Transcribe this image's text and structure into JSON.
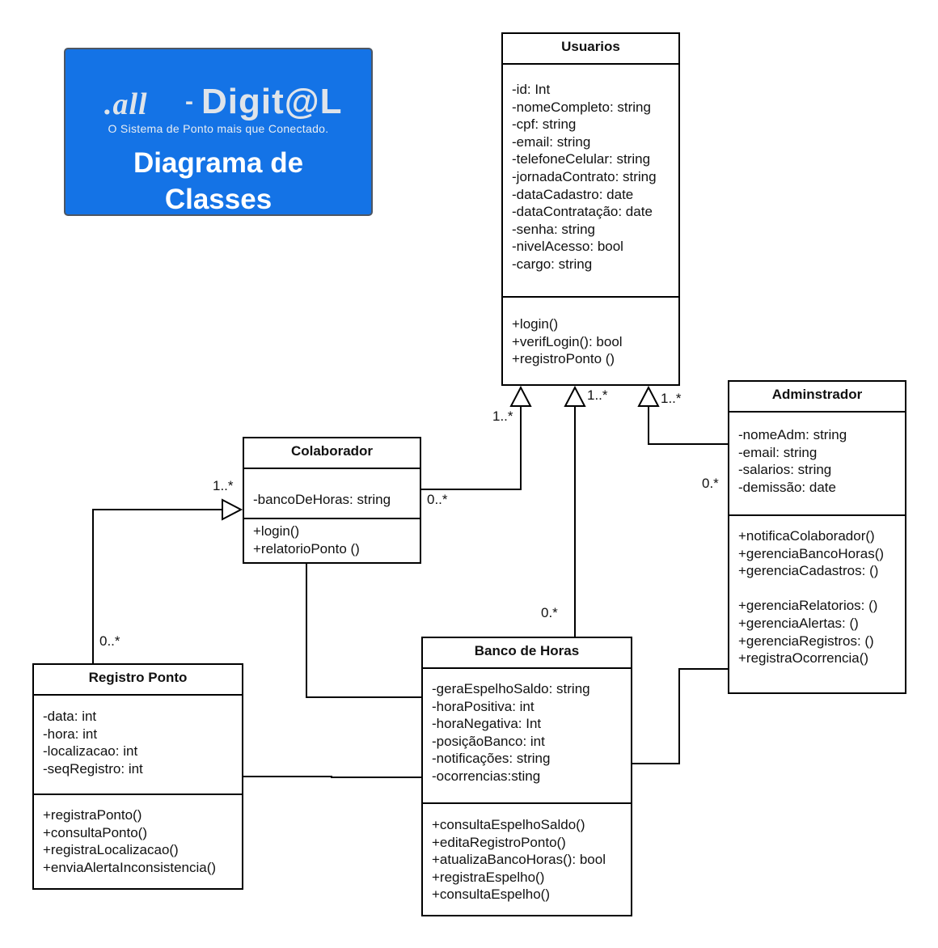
{
  "banner": {
    "logo_all": ".all",
    "logo_dash": "-",
    "logo_digital": "Digit@L",
    "tagline": "O Sistema de Ponto mais que Conectado.",
    "title_line1": "Diagrama de",
    "title_line2": "Classes",
    "color": "#1473e6"
  },
  "classes": {
    "usuarios": {
      "name": "Usuarios",
      "attributes": [
        "-id: Int",
        "-nomeCompleto: string",
        "-cpf: string",
        "-email: string",
        "-telefoneCelular: string",
        "-jornadaContrato: string",
        "-dataCadastro: date",
        "-dataContratação: date",
        "-senha: string",
        "-nivelAcesso: bool",
        "-cargo: string"
      ],
      "methods": [
        "+login()",
        "+verifLogin(): bool",
        "+registroPonto ()"
      ]
    },
    "colaborador": {
      "name": "Colaborador",
      "attributes": [
        "-bancoDeHoras: string"
      ],
      "methods": [
        "+login()",
        "+relatorioPonto ()"
      ]
    },
    "adminstrador": {
      "name": "Adminstrador",
      "attributes": [
        "-nomeAdm: string",
        "-email: string",
        "-salarios: string",
        "-demissão: date"
      ],
      "methods": [
        "+notificaColaborador()",
        "+gerenciaBancoHoras()",
        "+gerenciaCadastros: ()",
        "",
        "+gerenciaRelatorios: ()",
        "+gerenciaAlertas: ()",
        "+gerenciaRegistros: ()",
        "+registraOcorrencia()"
      ]
    },
    "registro_ponto": {
      "name": "Registro Ponto",
      "attributes": [
        "-data: int",
        "-hora: int",
        "-localizacao: int",
        "-seqRegistro: int"
      ],
      "methods": [
        "+registraPonto()",
        "+consultaPonto()",
        "+registraLocalizacao()",
        "+enviaAlertaInconsistencia()"
      ]
    },
    "banco_de_horas": {
      "name": "Banco de Horas",
      "attributes": [
        "-geraEspelhoSaldo: string",
        "-horaPositiva: int",
        "-horaNegativa: Int",
        "-posiçãoBanco: int",
        "-notificações: string",
        "-ocorrencias:sting"
      ],
      "methods": [
        "+consultaEspelhoSaldo()",
        "+editaRegistroPonto()",
        "+atualizaBancoHoras(): bool",
        "+registraEspelho()",
        "+consultaEspelho()"
      ]
    }
  },
  "multiplicities": {
    "colab_to_usuarios_top": "1..*",
    "colab_to_usuarios_bottom": "0..*",
    "banco_to_usuarios_top": "1..*",
    "banco_to_usuarios_bottom": "0.*",
    "admin_to_usuarios_top": "1..*",
    "admin_to_usuarios_bottom": "0.*",
    "registro_to_colab_top": "1..*",
    "registro_to_colab_bottom": "0..*"
  }
}
